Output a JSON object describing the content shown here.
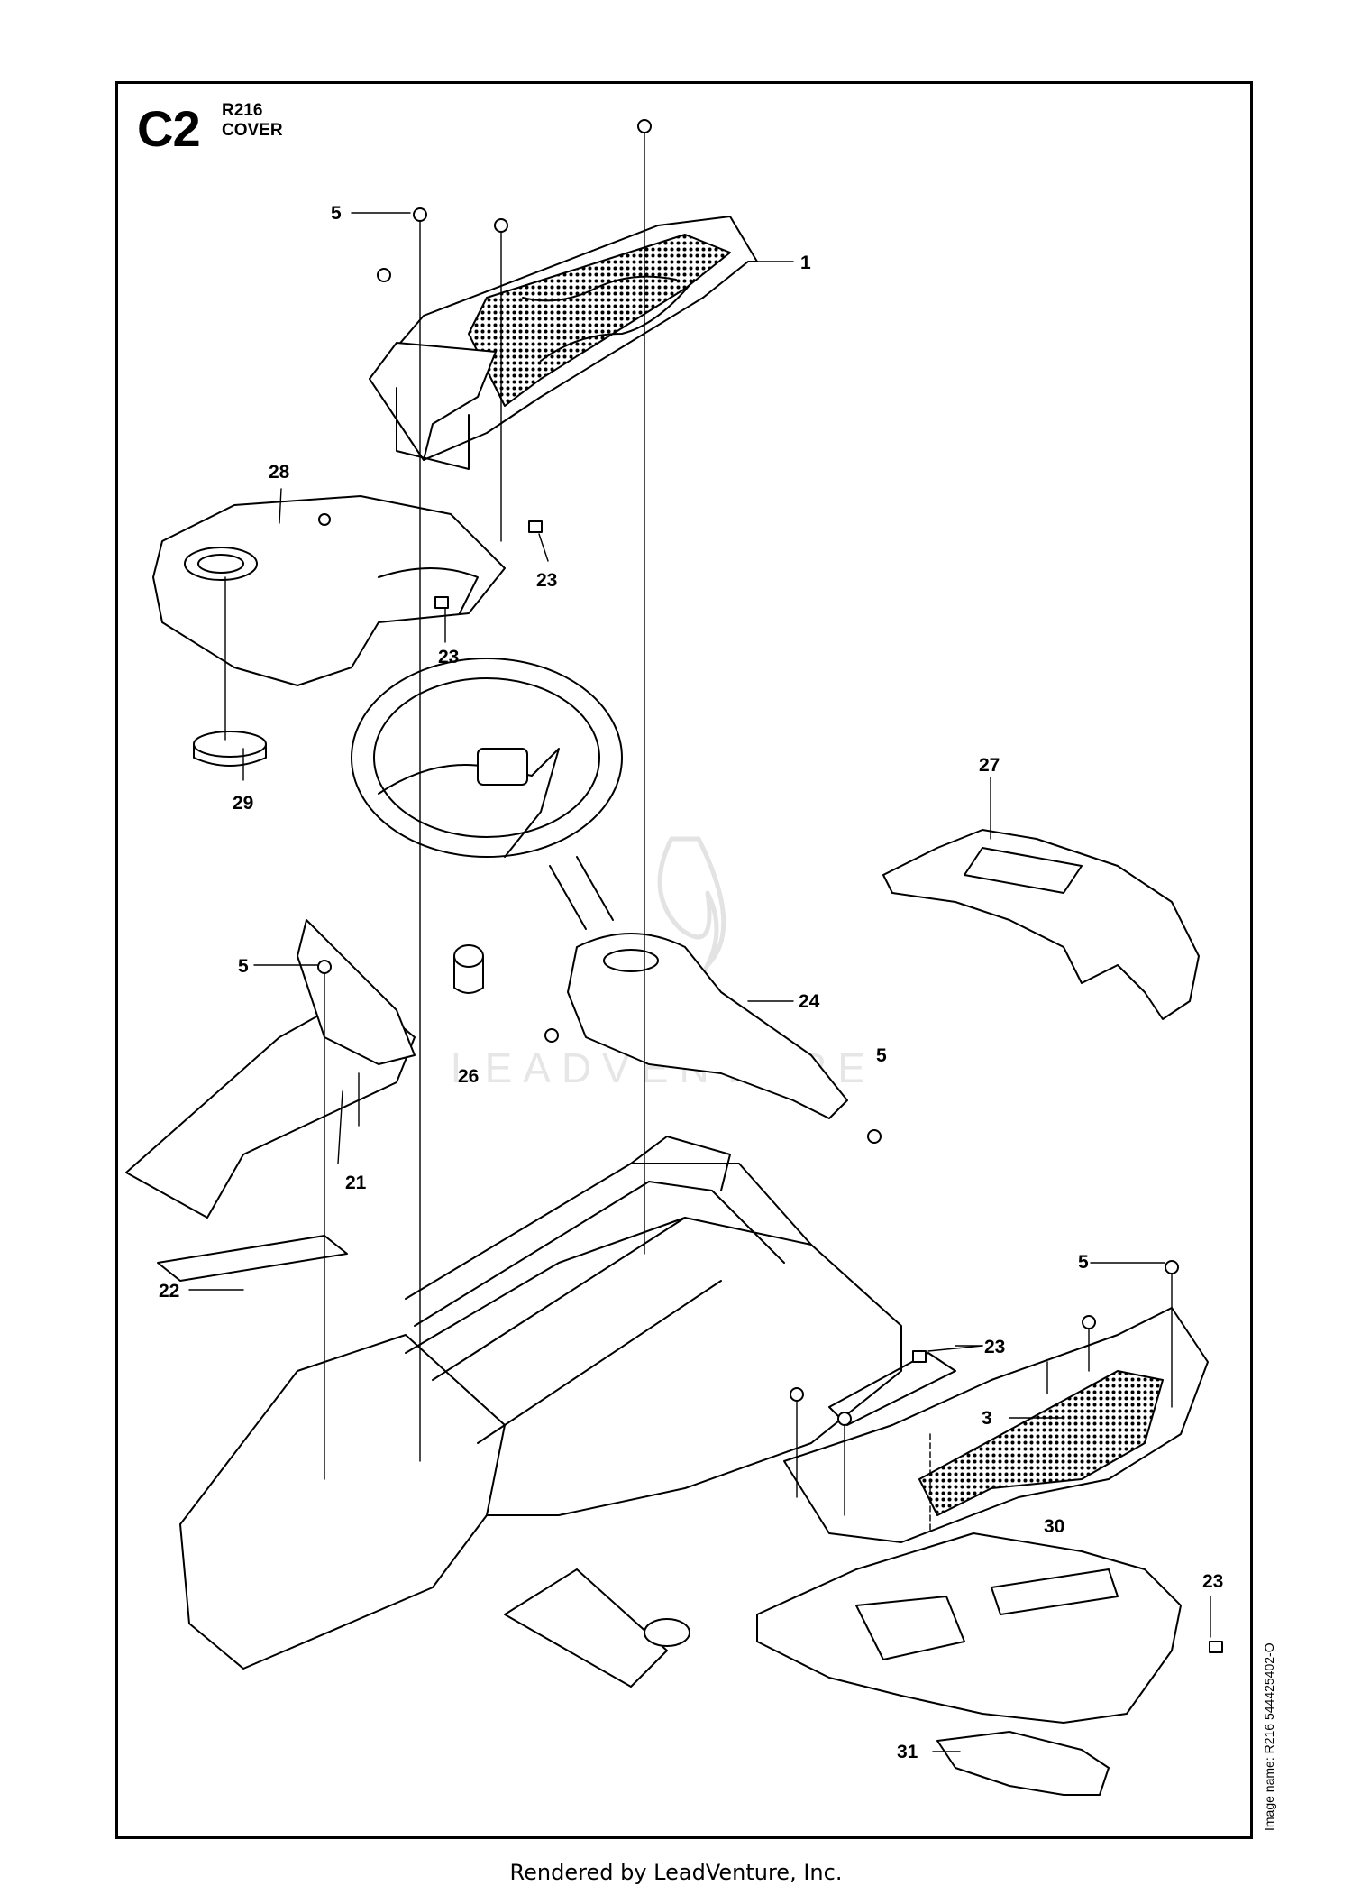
{
  "header": {
    "section_code": "C2",
    "model": "R216",
    "section_name": "COVER"
  },
  "image_name": "Image name: R216 544425402-O",
  "footer": "Rendered by LeadVenture, Inc.",
  "watermark": "LEADVENTURE",
  "callouts": [
    {
      "id": "c-1",
      "label": "1"
    },
    {
      "id": "c-5a",
      "label": "5"
    },
    {
      "id": "c-28",
      "label": "28"
    },
    {
      "id": "c-23a",
      "label": "23"
    },
    {
      "id": "c-23b",
      "label": "23"
    },
    {
      "id": "c-29",
      "label": "29"
    },
    {
      "id": "c-27",
      "label": "27"
    },
    {
      "id": "c-5b",
      "label": "5"
    },
    {
      "id": "c-24",
      "label": "24"
    },
    {
      "id": "c-26",
      "label": "26"
    },
    {
      "id": "c-5c",
      "label": "5"
    },
    {
      "id": "c-21",
      "label": "21"
    },
    {
      "id": "c-22",
      "label": "22"
    },
    {
      "id": "c-5d",
      "label": "5"
    },
    {
      "id": "c-3",
      "label": "3"
    },
    {
      "id": "c-30",
      "label": "30"
    },
    {
      "id": "c-23c",
      "label": "23"
    },
    {
      "id": "c-23d",
      "label": "23"
    },
    {
      "id": "c-31",
      "label": "31"
    }
  ]
}
